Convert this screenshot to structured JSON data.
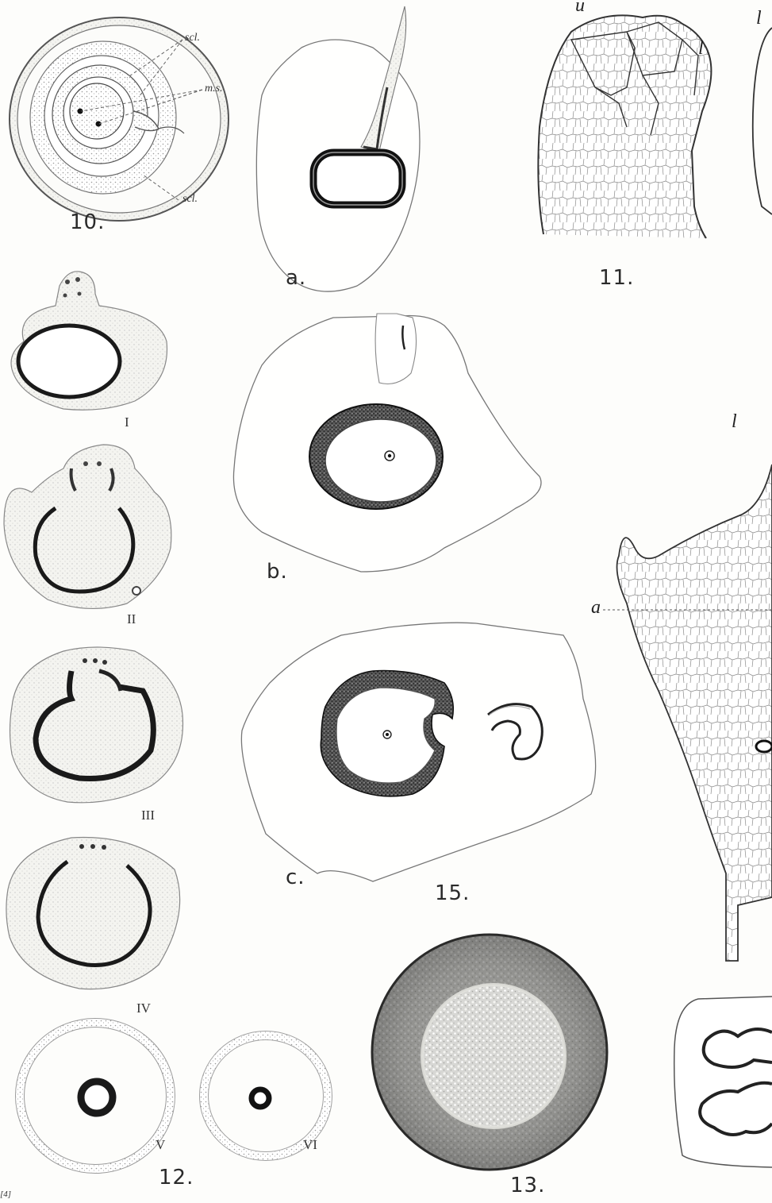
{
  "plate": {
    "fig10": {
      "number": "10.",
      "label_scl_top": "scl.",
      "label_ms": "m.s.",
      "label_scl_bottom": "scl."
    },
    "fig11": {
      "number": "11.",
      "label_u": "u",
      "label_l": "l",
      "label_l_edge": "l"
    },
    "fig12": {
      "number": "12.",
      "sections": [
        "I",
        "II",
        "III",
        "IV",
        "V",
        "VI"
      ]
    },
    "fig13": {
      "number": "13."
    },
    "fig15": {
      "number": "15.",
      "sub_a": "a.",
      "sub_b": "b.",
      "sub_c": "c."
    },
    "fig14": {
      "label_l": "l",
      "label_a": "a"
    },
    "corner_fragment": "[4]"
  }
}
